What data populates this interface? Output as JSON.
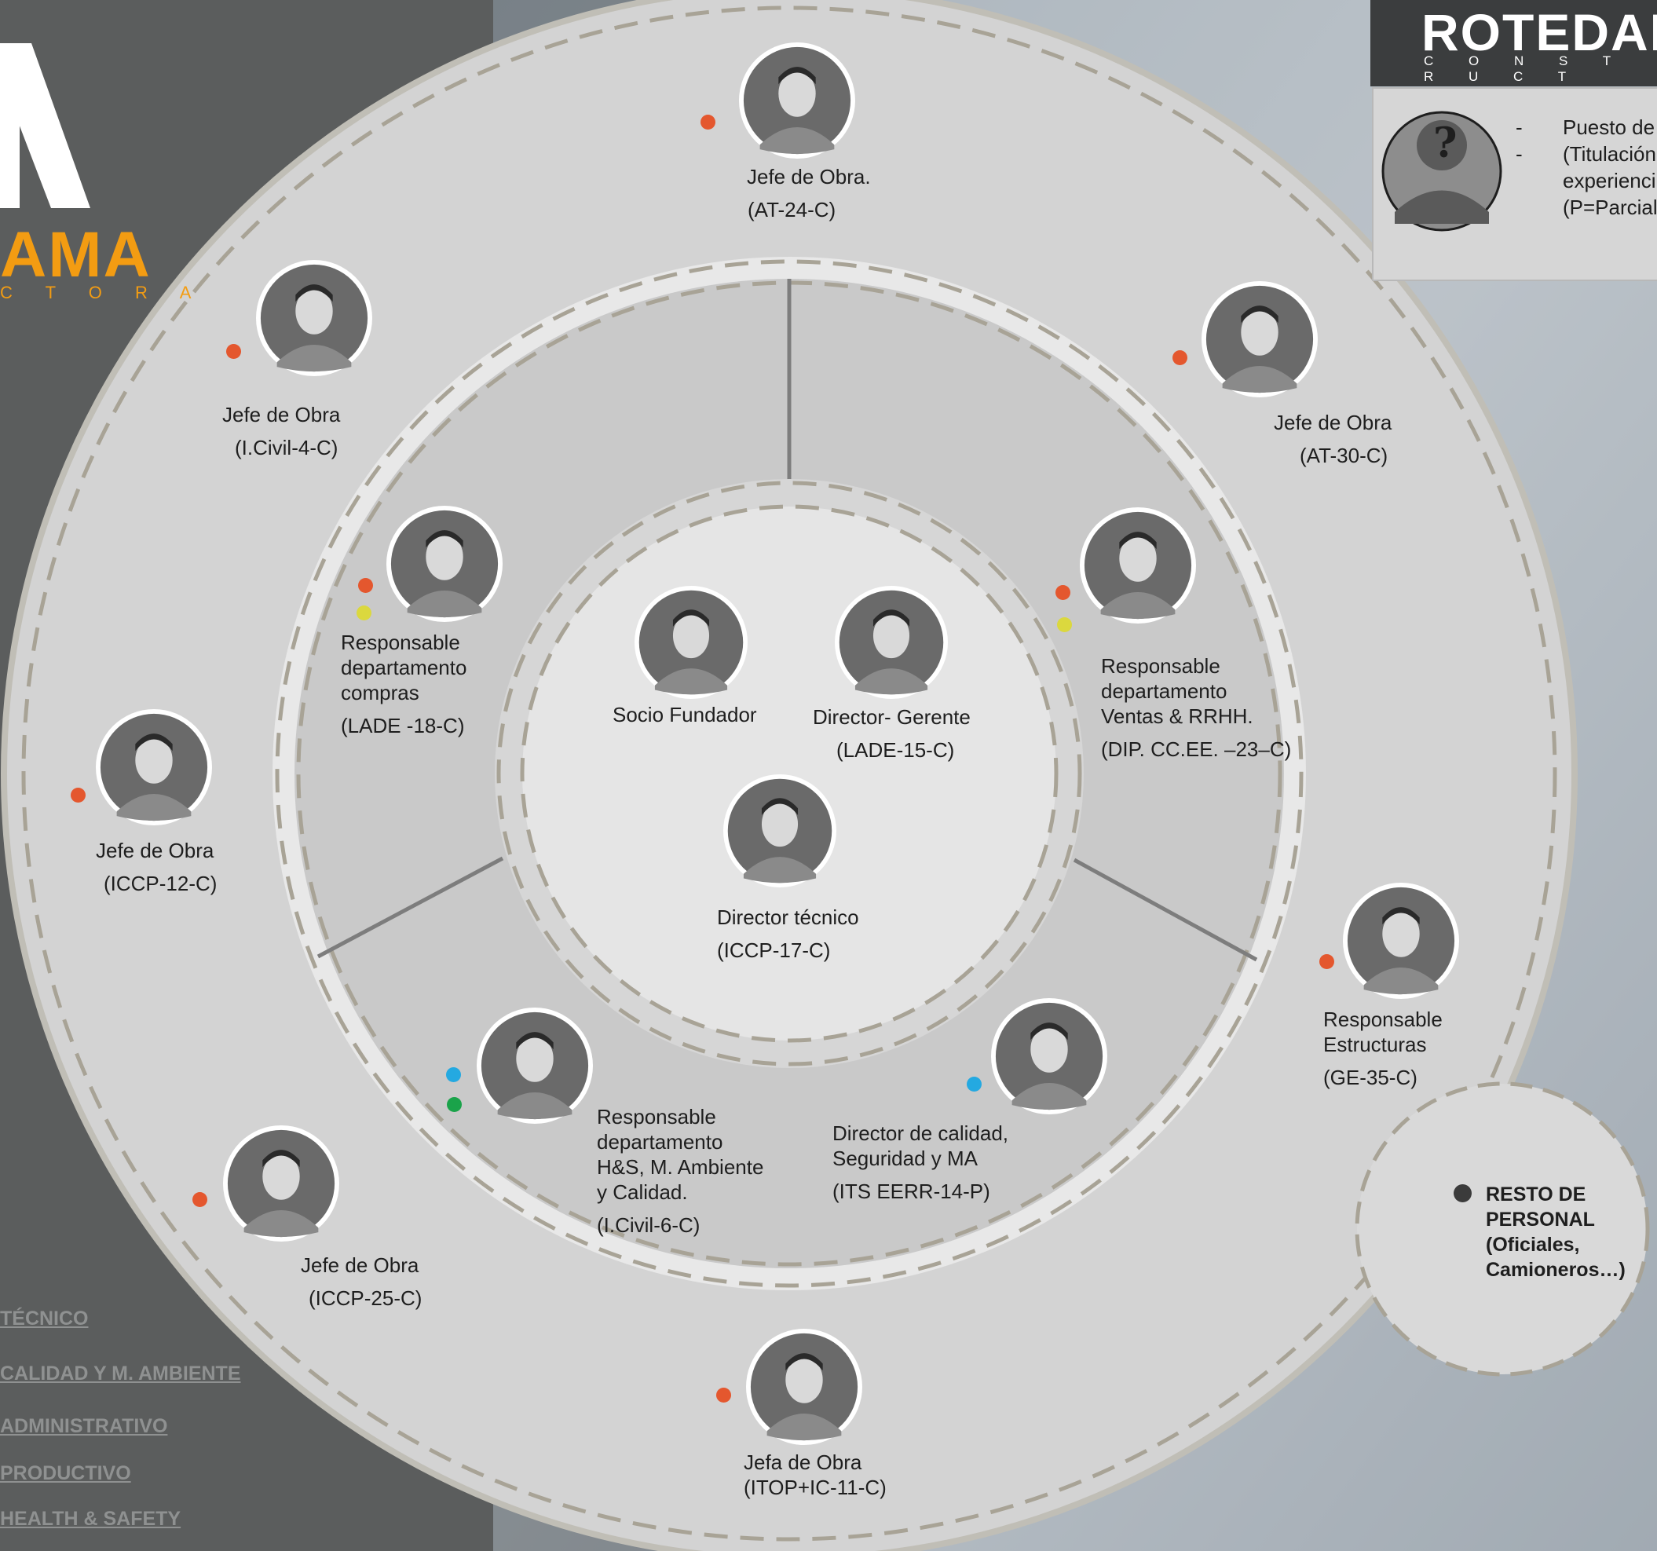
{
  "colors": {
    "left_panel": "#5b5d5d",
    "background": "#aab3bb",
    "ring_outer": "#d1d1d1",
    "ring_middle": "#c9c9c9",
    "ring_inner": "#e2e2e2",
    "dash": "#a29d90",
    "dot_technical": "#e4572e",
    "dot_quality": "#dbd83e",
    "dot_health_safety": "#24a9e1",
    "dot_environment": "#1aa34a",
    "dot_rest": "#3b3b3b",
    "brand_orange": "#f39c12"
  },
  "left_logo": {
    "wordmark": "AMA",
    "subtitle": "C T O R A"
  },
  "top_logo": {
    "wordmark": "ROTEDAM",
    "subtitle": "C O N S T R U C T"
  },
  "legend": {
    "lines": [
      "Puesto de",
      "(Titulación",
      "experienci",
      "(P=Parcial"
    ],
    "bullets": [
      "-",
      "-"
    ],
    "icon": "unknown-person-icon"
  },
  "nav": [
    "TÉCNICO",
    "CALIDAD Y M. AMBIENTE",
    "ADMINISTRATIVO",
    "PRODUCTIVO",
    "HEALTH & SAFETY"
  ],
  "people": {
    "socio_fundador": {
      "title": [
        "Socio Fundador"
      ],
      "code": ""
    },
    "director_gerente": {
      "title": [
        "Director- Gerente"
      ],
      "code": "(LADE-15-C)"
    },
    "director_tecnico": {
      "title": [
        "Director técnico"
      ],
      "code": "(ICCP-17-C)"
    },
    "resp_compras": {
      "title": [
        "Responsable",
        "departamento",
        "compras"
      ],
      "code": "(LADE -18-C)"
    },
    "resp_ventas": {
      "title": [
        "Responsable",
        "departamento",
        "Ventas & RRHH."
      ],
      "code": "(DIP. CC.EE. –23–C)"
    },
    "resp_hs": {
      "title": [
        "Responsable",
        "departamento",
        "H&S, M. Ambiente",
        "y Calidad."
      ],
      "code": "(I.Civil-6-C)"
    },
    "dir_calidad": {
      "title": [
        "Director de calidad,",
        "Seguridad y MA"
      ],
      "code": "(ITS EERR-14-P)"
    },
    "jefe_at24": {
      "title": [
        "Jefe de Obra."
      ],
      "code": "(AT-24-C)"
    },
    "jefe_icivil4": {
      "title": [
        "Jefe de Obra"
      ],
      "code": "(I.Civil-4-C)"
    },
    "jefe_at30": {
      "title": [
        "Jefe de Obra"
      ],
      "code": "(AT-30-C)"
    },
    "jefe_iccp12": {
      "title": [
        "Jefe de Obra"
      ],
      "code": "(ICCP-12-C)"
    },
    "resp_estructuras": {
      "title": [
        "Responsable",
        "Estructuras"
      ],
      "code": "(GE-35-C)"
    },
    "jefe_iccp25": {
      "title": [
        "Jefe de Obra"
      ],
      "code": "(ICCP-25-C)"
    },
    "jefa_itop": {
      "title": [
        "Jefa de Obra",
        "(ITOP+IC-11-C)"
      ],
      "code": ""
    }
  },
  "resto": {
    "lines": [
      "RESTO DE",
      "PERSONAL",
      "(Oficiales,",
      "Camioneros…)"
    ]
  }
}
